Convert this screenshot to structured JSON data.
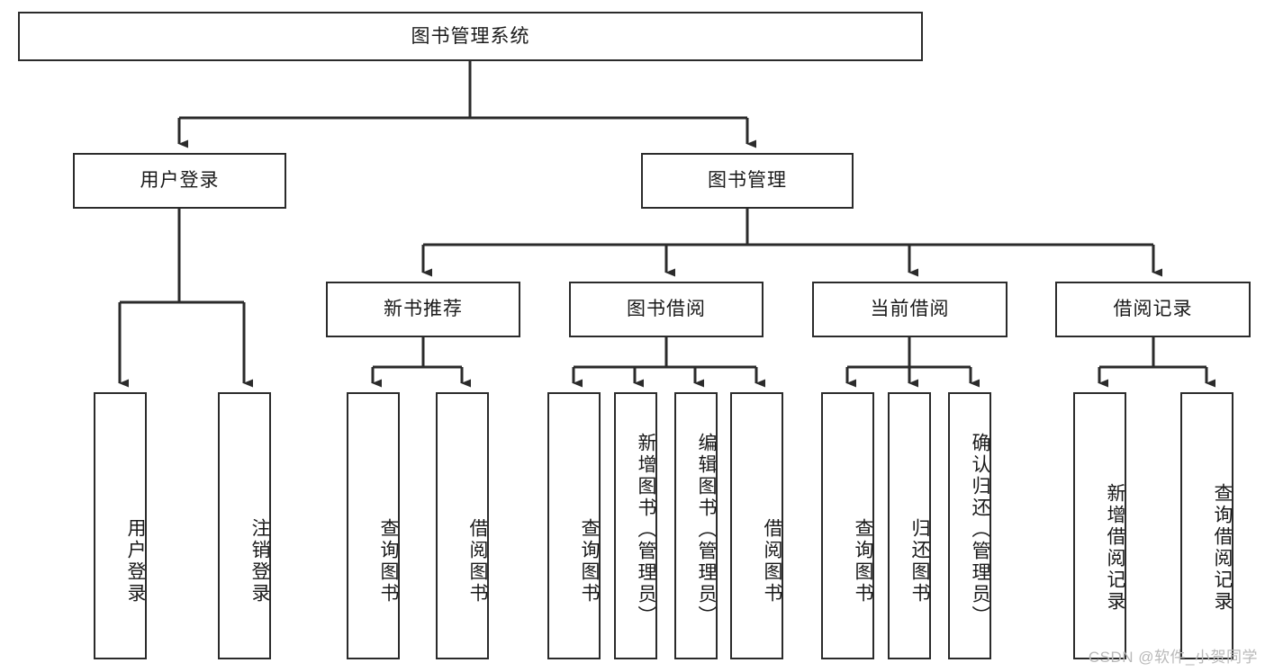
{
  "diagram": {
    "title": "图书管理系统",
    "type": "tree",
    "orientation": "top-down",
    "line_color": "#2b2b2b",
    "box_fill": "#ffffff",
    "text_color": "#1a1a1a",
    "nodes": {
      "root": {
        "label": "图书管理系统",
        "level": 1
      },
      "l2": [
        {
          "label": "用户登录",
          "level": 2
        },
        {
          "label": "图书管理",
          "level": 2
        }
      ],
      "l3": [
        {
          "label": "新书推荐",
          "level": 3
        },
        {
          "label": "图书借阅",
          "level": 3
        },
        {
          "label": "当前借阅",
          "level": 3
        },
        {
          "label": "借阅记录",
          "level": 3
        }
      ],
      "leaves_user_login": [
        {
          "label": "用户登录"
        },
        {
          "label": "注销登录"
        }
      ],
      "leaves_new_book": [
        {
          "label": "查询图书"
        },
        {
          "label": "借阅图书"
        }
      ],
      "leaves_borrow": [
        {
          "label": "查询图书"
        },
        {
          "label": "新增图书（管理员）"
        },
        {
          "label": "编辑图书（管理员）"
        },
        {
          "label": "借阅图书"
        }
      ],
      "leaves_current": [
        {
          "label": "查询图书"
        },
        {
          "label": "归还图书"
        },
        {
          "label": "确认归还（管理员）"
        }
      ],
      "leaves_records": [
        {
          "label": "新增借阅记录"
        },
        {
          "label": "查询借阅记录"
        }
      ]
    }
  },
  "watermark": {
    "text": "CSDN @软件_小贺同学",
    "color": "#b9b9b9"
  }
}
